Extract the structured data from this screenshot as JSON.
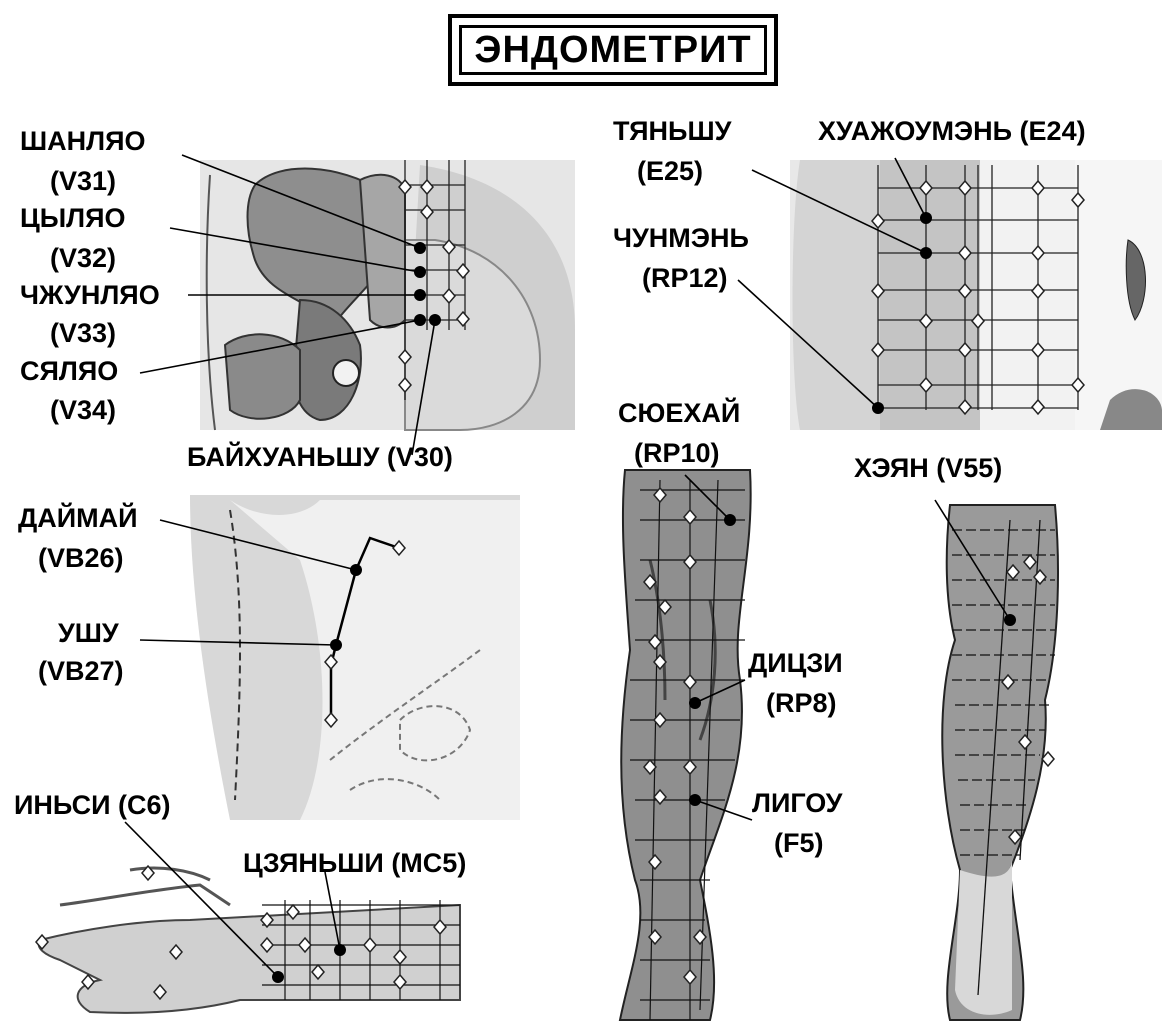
{
  "title": "ЭНДОМЕТРИТ",
  "points": [
    {
      "name": "ШАНЛЯО",
      "code": "(V31)"
    },
    {
      "name": "ЦЫЛЯО",
      "code": "(V32)"
    },
    {
      "name": "ЧЖУНЛЯО",
      "code": "(V33)"
    },
    {
      "name": "СЯЛЯО",
      "code": "(V34)"
    },
    {
      "name": "БАЙХУАНЬШУ (V30)"
    },
    {
      "name": "ТЯНЬШУ",
      "code": "(E25)"
    },
    {
      "name": "ХУАЖОУМЭНЬ (E24)"
    },
    {
      "name": "ЧУНМЭНЬ",
      "code": "(RP12)"
    },
    {
      "name": "ДАЙМАЙ",
      "code": "(VB26)"
    },
    {
      "name": "УШУ",
      "code": "(VB27)"
    },
    {
      "name": "СЮЕХАЙ",
      "code": "(RP10)"
    },
    {
      "name": "ХЭЯН (V55)"
    },
    {
      "name": "ДИЦЗИ",
      "code": "(RP8)"
    },
    {
      "name": "ЛИГОУ",
      "code": "(F5)"
    },
    {
      "name": "ИНЬСИ (C6)"
    },
    {
      "name": "ЦЗЯНЬШИ (MC5)"
    }
  ]
}
